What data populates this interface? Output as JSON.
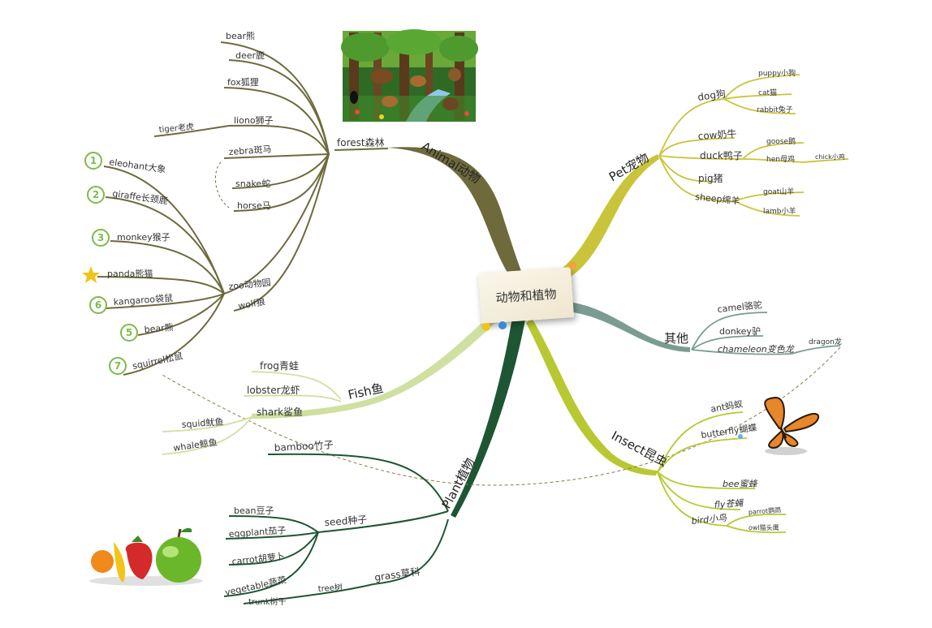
{
  "center": "动物和植物",
  "colors": {
    "animal": "#6e6a3c",
    "pet": "#c9c43a",
    "other": "#7a9c92",
    "insect": "#b8c832",
    "plant": "#1e5634",
    "fish": "#cfe0a0",
    "forest_img": "#3f8a2a",
    "butterfly": "#e8862a"
  },
  "animal": {
    "label": "Animal动物",
    "forest": {
      "label": "forest森林",
      "items": [
        "bear熊",
        "deer鹿",
        "fox狐狸",
        "liono狮子",
        "tiger老虎",
        "zebra斑马",
        "snake蛇",
        "horse马"
      ]
    },
    "zoo": {
      "label": "zoo动物园",
      "items": [
        "eleohant大象",
        "giraffe长颈鹿",
        "monkey猴子",
        "panda熊猫",
        "kangaroo袋鼠",
        "bear熊",
        "squirrel松鼠"
      ],
      "markers": [
        "1",
        "2",
        "3",
        "",
        "6",
        "5",
        "7"
      ]
    },
    "wolf": "wolf狼"
  },
  "pet": {
    "label": "Pet宠物",
    "dog": {
      "label": "dog狗",
      "items": [
        "puppy小狗",
        "cat猫",
        "rabbit兔子"
      ]
    },
    "cow": "cow奶牛",
    "duck": {
      "label": "duck鸭子",
      "items": [
        "goose鹅",
        "hen母鸡"
      ],
      "sub": "chick小鸡"
    },
    "pig": "pig猪",
    "sheep": {
      "label": "sheep绵羊",
      "items": [
        "goat山羊",
        "lamb小羊"
      ]
    }
  },
  "other": {
    "label": "其他",
    "items": [
      "camel骆驼",
      "donkey驴",
      "chameleon变色龙"
    ],
    "dragon": "dragon龙"
  },
  "insect": {
    "label": "Insect昆虫",
    "items": [
      "ant蚂蚁",
      "butterfly蝴蝶",
      "bee蜜蜂",
      "fly苍蝇"
    ],
    "bird": {
      "label": "bird小鸟",
      "items": [
        "parrot鹦鹉",
        "owl猫头鹰"
      ]
    }
  },
  "fish": {
    "label": "Fish鱼",
    "items": [
      "frog青蛙",
      "lobster龙虾"
    ],
    "shark": {
      "label": "shark鲨鱼",
      "items": [
        "squid鱿鱼",
        "whale鲸鱼"
      ]
    }
  },
  "plant": {
    "label": "Plant植物",
    "bamboo": "bamboo竹子",
    "seed": {
      "label": "seed种子",
      "items": [
        "bean豆子",
        "eggplant茄子",
        "carrot胡萝卜",
        "vegetable蔬菜"
      ]
    },
    "grass": {
      "label": "grass草科",
      "tree": "tree树",
      "trunk": "trunk树干"
    }
  }
}
